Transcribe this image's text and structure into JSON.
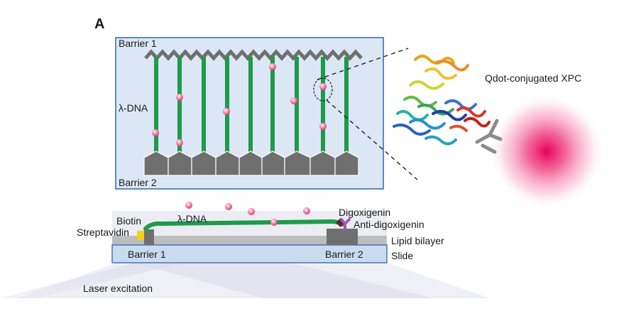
{
  "panel_letter": "A",
  "top_view": {
    "barrier_top": "Barrier 1",
    "barrier_bottom": "Barrier 2",
    "dna_label": "λ-DNA",
    "dna_strand_count": 9,
    "colors": {
      "frame": "#3a6fb5",
      "fill": "#dbe7f4",
      "barrier": "#6f6f6f",
      "dna": "#1f9a4a",
      "qdot": "#ff7fb0"
    }
  },
  "inset": {
    "label": "Qdot-conjugated XPC",
    "protein_icon": "ribbon-protein-structure",
    "antibody_icon": "y-shaped-antibody-icon",
    "qdot_color": "#e8005a"
  },
  "side_view": {
    "biotin": "Biotin",
    "streptavidin": "Streptavidin",
    "dna_label": "λ-DNA",
    "digoxigenin": "Digoxigenin",
    "anti_digoxigenin": "Anti-digoxigenin",
    "lipid_bilayer": "Lipid bilayer",
    "slide": "Slide",
    "barrier_left": "Barrier 1",
    "barrier_right": "Barrier 2",
    "laser": "Laser excitation",
    "colors": {
      "streptavidin": "#f2d21b",
      "digoxigenin": "#5a2a2a",
      "anti_digoxigenin": "#9b59b6",
      "slide": "#c9dcef",
      "bilayer": "#bdbdbd"
    }
  }
}
